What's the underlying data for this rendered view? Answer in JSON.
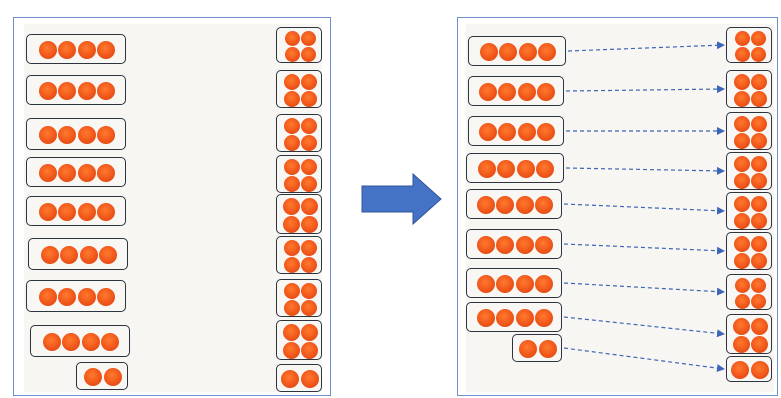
{
  "colors": {
    "frame_border": "#6f8fcf",
    "group_border": "#2c3440",
    "sample_fill": "#f0561a",
    "arrow_fill": "#4472c4",
    "connector_line": "#3d66b8"
  },
  "icons": {
    "transition_arrow": "right-arrow-icon",
    "connector": "dashed-arrow-icon"
  },
  "panels": [
    {
      "name": "before",
      "rows": [
        {
          "left_dots": 4,
          "right_dots": 4
        },
        {
          "left_dots": 4,
          "right_dots": 4
        },
        {
          "left_dots": 4,
          "right_dots": 4
        },
        {
          "left_dots": 4,
          "right_dots": 4
        },
        {
          "left_dots": 4,
          "right_dots": 4
        },
        {
          "left_dots": 4,
          "right_dots": 4
        },
        {
          "left_dots": 4,
          "right_dots": 4
        },
        {
          "left_dots": 4,
          "right_dots": 4
        },
        {
          "left_dots": 2,
          "right_dots": 2
        }
      ],
      "connectors": false
    },
    {
      "name": "after",
      "rows": [
        {
          "left_dots": 4,
          "right_dots": 4
        },
        {
          "left_dots": 4,
          "right_dots": 4
        },
        {
          "left_dots": 4,
          "right_dots": 4
        },
        {
          "left_dots": 4,
          "right_dots": 4
        },
        {
          "left_dots": 4,
          "right_dots": 4
        },
        {
          "left_dots": 4,
          "right_dots": 4
        },
        {
          "left_dots": 4,
          "right_dots": 4
        },
        {
          "left_dots": 4,
          "right_dots": 4
        },
        {
          "left_dots": 2,
          "right_dots": 2
        }
      ],
      "connectors": true
    }
  ]
}
